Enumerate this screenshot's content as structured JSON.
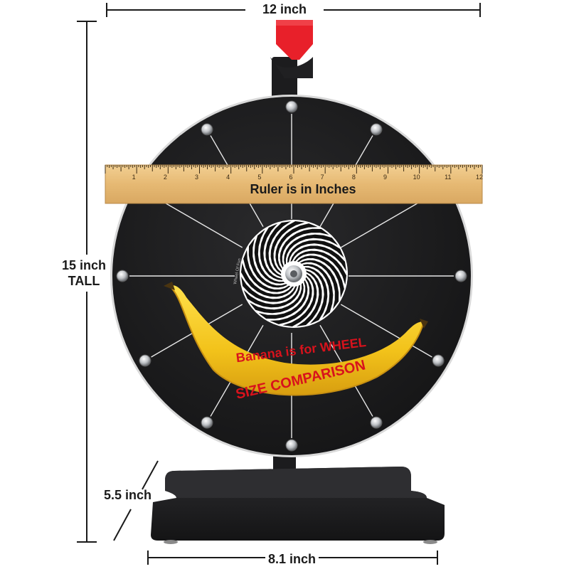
{
  "dimensions": {
    "width_label": "12 inch",
    "height_label_line1": "15 inch",
    "height_label_line2": "TALL",
    "base_depth_label": "5.5 inch",
    "base_width_label": "8.1 inch"
  },
  "ruler": {
    "caption": "Ruler is in Inches",
    "tick_numbers": [
      "1",
      "2",
      "3",
      "4",
      "5",
      "6",
      "7",
      "8",
      "9",
      "10",
      "11",
      "12"
    ]
  },
  "banana": {
    "caption_line1": "Banana is for WHEEL",
    "caption_line2": "SIZE COMPARISON"
  },
  "wheel": {
    "hub_brand_text": "Wheel Of Fun",
    "segment_count": 12
  },
  "colors": {
    "wheel": "#1c1c1e",
    "pointer": "#e8202a",
    "banana": "#f2c81e",
    "banana_text": "#d8121c",
    "ruler_wood": "#e8be7c",
    "stand": "#1e1e20"
  }
}
